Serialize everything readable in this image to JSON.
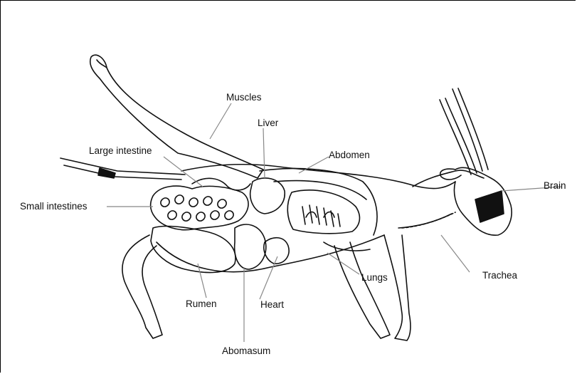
{
  "labels": {
    "muscles": "Muscles",
    "liver": "Liver",
    "large_intestine": "Large intestine",
    "abdomen": "Abdomen",
    "brain": "Brain",
    "small_intestines": "Small intestines",
    "lungs": "Lungs",
    "trachea": "Trachea",
    "rumen": "Rumen",
    "heart": "Heart",
    "abomasum": "Abomasum"
  }
}
